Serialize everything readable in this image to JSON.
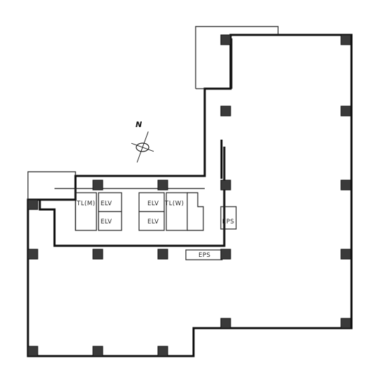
{
  "labels": {
    "north": "N",
    "toilet_men": "TL(M)",
    "toilet_women": "TL(W)",
    "elevator": "ELV",
    "eps": "EPS"
  }
}
